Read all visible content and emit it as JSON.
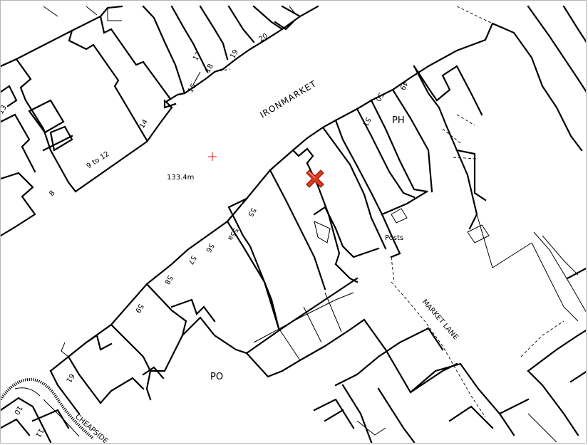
{
  "map": {
    "street_labels": {
      "ironmarket": "IRONMARKET",
      "market_lane": "MARKET LANE",
      "cheapside": "CHEAPSIDE"
    },
    "place_labels": {
      "ph": "PH",
      "po": "PO",
      "posts": "Posts"
    },
    "spot_height": "133.4m",
    "house_numbers": {
      "n13": "13",
      "n14": "14",
      "n16": "16",
      "n17": "17",
      "n18": "18",
      "n19": "19",
      "n20": "20",
      "n9to12": "9 to 12",
      "n8": "8",
      "n49": "49",
      "n50": "50",
      "n51": "51",
      "n55": "55",
      "n55a": "55a",
      "n56": "56",
      "n57": "57",
      "n58": "58",
      "n59": "59",
      "n61": "61",
      "n10": "10",
      "n11": "11"
    },
    "marker": {
      "type": "location-marker",
      "color": "#e03a1e",
      "outline": "#8a1a08"
    },
    "benchmark_color": "#e8171f",
    "line_color": "#000000",
    "background": "#ffffff",
    "frame_color": "#b5b5b5"
  }
}
